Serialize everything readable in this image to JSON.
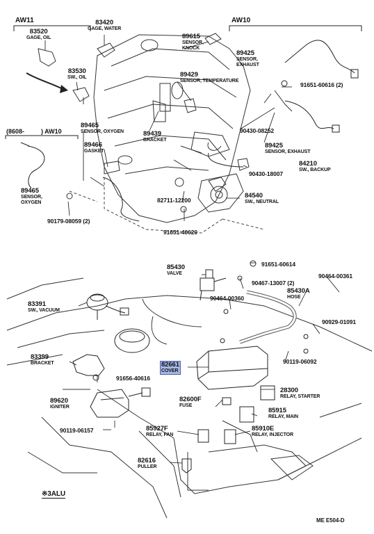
{
  "groups": {
    "aw11": "AW11",
    "aw10_top": "AW10",
    "aw10_left_prefix": "(8608-",
    "aw10_left_suffix": ") AW10"
  },
  "parts": {
    "p83520": {
      "number": "83520",
      "name": "GAGE, OIL"
    },
    "p83420": {
      "number": "83420",
      "name": "GAGE, WATER"
    },
    "p89615": {
      "number": "89615",
      "name1": "SENSOR,",
      "name2": "KNOCK"
    },
    "p89425a": {
      "number": "89425",
      "name1": "SENSOR,",
      "name2": "EXHAUST"
    },
    "p83530": {
      "number": "83530",
      "name": "SW., OIL"
    },
    "p89429": {
      "number": "89429",
      "name": "SENSOR, TEMPERATURE"
    },
    "p91651_60616": {
      "number": "91651-60616 (2)"
    },
    "p89465a": {
      "number": "89465",
      "name": "SENSOR, OXYGEN"
    },
    "p89439": {
      "number": "89439",
      "name": "BRACKET"
    },
    "p90430_08252": {
      "number": "90430-08252"
    },
    "p89466": {
      "number": "89466",
      "name": "GASKET"
    },
    "p89425b": {
      "number": "89425",
      "name": "SENSOR, EXHAUST"
    },
    "p84210": {
      "number": "84210",
      "name": "SW., BACKUP"
    },
    "p90430_18007": {
      "number": "90430-18007"
    },
    "p89465b": {
      "number": "89465",
      "name1": "SENSOR,",
      "name2": "OXYGEN"
    },
    "p82711": {
      "number": "82711-12200"
    },
    "p84540": {
      "number": "84540",
      "name": "SW., NEUTRAL"
    },
    "p90179": {
      "number": "90179-08059 (2)"
    },
    "p91651_40620": {
      "number": "91651-40620"
    },
    "p85430": {
      "number": "85430",
      "name": "VALVE"
    },
    "p91651_60614": {
      "number": "91651-60614"
    },
    "p90464_00361": {
      "number": "90464-00361"
    },
    "p83391": {
      "number": "83391",
      "name": "SW., VACUUM"
    },
    "p90467": {
      "number": "90467-13007 (2)"
    },
    "p85430A": {
      "number": "85430A",
      "name": "HOSE"
    },
    "p90464_00360": {
      "number": "90464-00360"
    },
    "p90929": {
      "number": "90929-01091"
    },
    "p83399": {
      "number": "83399",
      "name": "BRACKET"
    },
    "p82661": {
      "number": "82661",
      "name": "COVER"
    },
    "p90119_06092": {
      "number": "90119-06092"
    },
    "p91656": {
      "number": "91656-40616"
    },
    "p28300": {
      "number": "28300",
      "name": "RELAY, STARTER"
    },
    "p89620": {
      "number": "89620",
      "name": "IGNITER"
    },
    "p82600F": {
      "number": "82600F",
      "name": "FUSE"
    },
    "p85915": {
      "number": "85915",
      "name": "RELAY, MAIN"
    },
    "p90119_06157": {
      "number": "90119-06157"
    },
    "p85927F": {
      "number": "85927F",
      "name": "RELAY, FAN"
    },
    "p85910E": {
      "number": "85910E",
      "name": "RELAY, INJECTOR"
    },
    "p82616": {
      "number": "82616",
      "name": "PULLER"
    }
  },
  "footer": {
    "note": "※3ALU",
    "code": "ME  E504-D"
  }
}
